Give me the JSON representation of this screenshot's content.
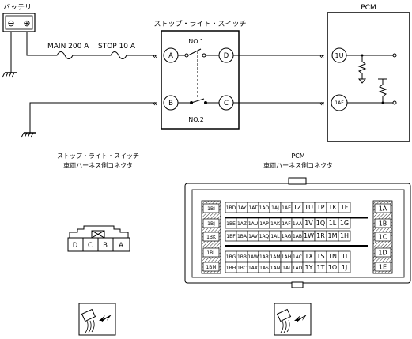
{
  "diagram": {
    "battery_label": "バッテリ",
    "battery_minus": "⊖",
    "battery_plus": "⊕",
    "fuse_main": "MAIN 200 A",
    "fuse_stop": "STOP 10 A",
    "switch_title": "ストップ・ライト・スイッチ",
    "switch_no1": "NO.1",
    "switch_no2": "NO.2",
    "switch_terminals": [
      "A",
      "D",
      "B",
      "C"
    ],
    "pcm_title": "PCM",
    "pcm_terminals": [
      "1U",
      "1AF"
    ]
  },
  "connectors": {
    "switch_caption_line1": "ストップ・ライト・スイッチ",
    "switch_caption_line2": "車両ハーネス側コネクタ",
    "switch_pins": [
      "D",
      "C",
      "B",
      "A"
    ],
    "pcm_caption_line1": "PCM",
    "pcm_caption_line2": "車両ハーネス側コネクタ",
    "pcm_left_pins": [
      "1BI",
      "1BJ",
      "1BK",
      "1BL",
      "1BM"
    ],
    "pcm_right_pins": [
      "1A",
      "1B",
      "1C",
      "1D",
      "1E"
    ],
    "pcm_rows": [
      [
        "1BD",
        "1AY",
        "1AT",
        "1AO",
        "1AJ",
        "1AE",
        "1Z",
        "1U",
        "1P",
        "1K",
        "1F"
      ],
      [
        "1BE",
        "1AZ",
        "1AU",
        "1AP",
        "1AK",
        "1AF",
        "1AA",
        "1V",
        "1Q",
        "1L",
        "1G"
      ],
      [
        "1BF",
        "1BA",
        "1AV",
        "1AQ",
        "1AL",
        "1AG",
        "1AB",
        "1W",
        "1R",
        "1M",
        "1H"
      ],
      [
        "1BG",
        "1BB",
        "1AW",
        "1AR",
        "1AM",
        "1AH",
        "1AC",
        "1X",
        "1S",
        "1N",
        "1I"
      ],
      [
        "1BH",
        "1BC",
        "1AX",
        "1AS",
        "1AN",
        "1AI",
        "1AD",
        "1Y",
        "1T",
        "1O",
        "1J"
      ]
    ]
  }
}
